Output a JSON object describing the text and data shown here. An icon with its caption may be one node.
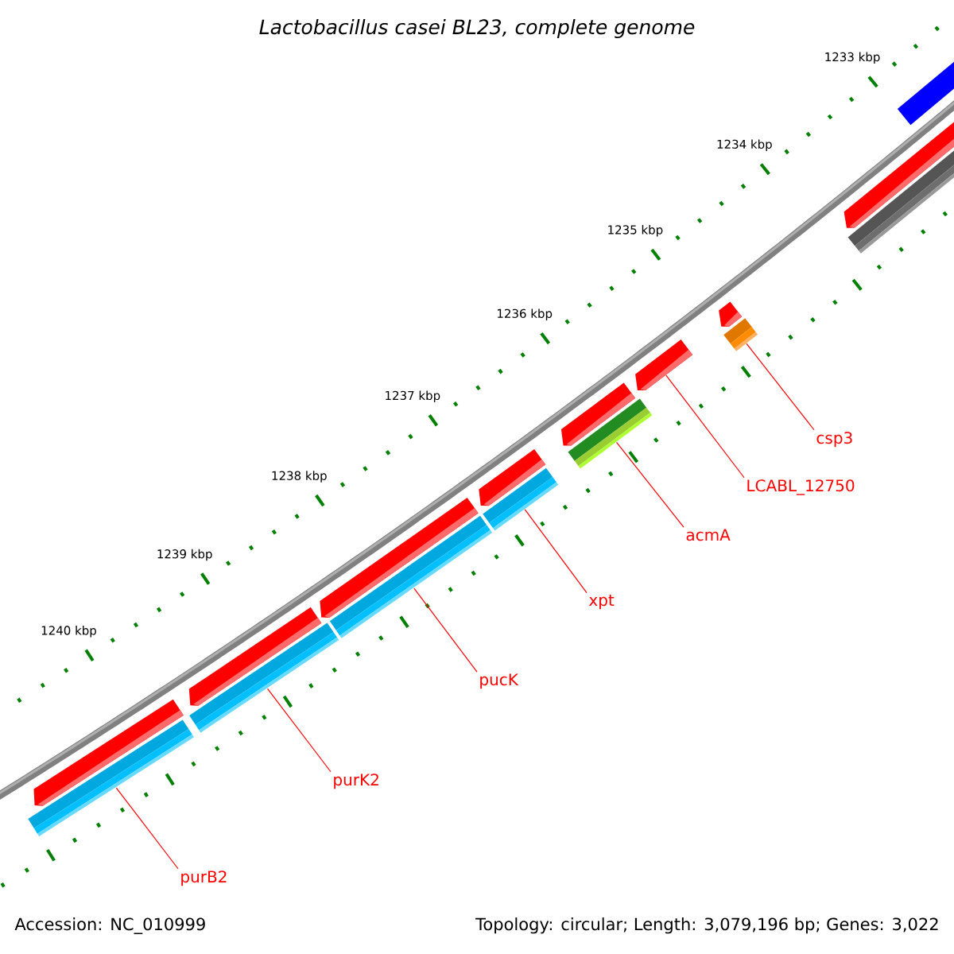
{
  "diagram": {
    "title": "Lactobacillus casei BL23, complete genome",
    "nodes": [
      {
        "text": [
          "csp3"
        ]
      },
      {
        "text": [
          "LCABL_12750"
        ]
      },
      {
        "text": [
          "acmA"
        ]
      },
      {
        "text": [
          "xpt"
        ]
      },
      {
        "text": [
          "pucK"
        ]
      },
      {
        "text": [
          "purK2"
        ]
      },
      {
        "text": [
          "purB2"
        ]
      },
      {
        "text": [],
        "shape": "bar"
      },
      {
        "text": [],
        "shape": "bar"
      },
      {
        "text": [],
        "shape": "bar"
      },
      {
        "text": [],
        "shape": "bar"
      },
      {
        "text": [],
        "shape": "bar"
      },
      {
        "text": [],
        "shape": "arrow"
      },
      {
        "text": [],
        "shape": "bar"
      }
    ],
    "edges": [
      {
        "from": 0,
        "to": 13,
        "arrow": "none",
        "color": "#ff0000"
      },
      {
        "from": 1,
        "to": 12,
        "arrow": "none",
        "color": "#ff0000"
      },
      {
        "from": 2,
        "to": 11,
        "arrow": "none",
        "color": "#ff0000"
      },
      {
        "from": 3,
        "to": 10,
        "arrow": "none",
        "color": "#ff0000"
      },
      {
        "from": 4,
        "to": 9,
        "arrow": "none",
        "color": "#ff0000"
      },
      {
        "from": 5,
        "to": 8,
        "arrow": "none",
        "color": "#ff0000"
      },
      {
        "from": 6,
        "to": 7,
        "arrow": "none",
        "color": "#ff0000"
      }
    ],
    "labels": [
      "1233 kbp",
      "1234 kbp",
      "1235 kbp",
      "1236 kbp",
      "1237 kbp",
      "1238 kbp",
      "1239 kbp",
      "1240 kbp",
      "Accession: NC_010999",
      "Topology: circular; Length: 3,079,196 bp; Genes: 3,022"
    ]
  }
}
